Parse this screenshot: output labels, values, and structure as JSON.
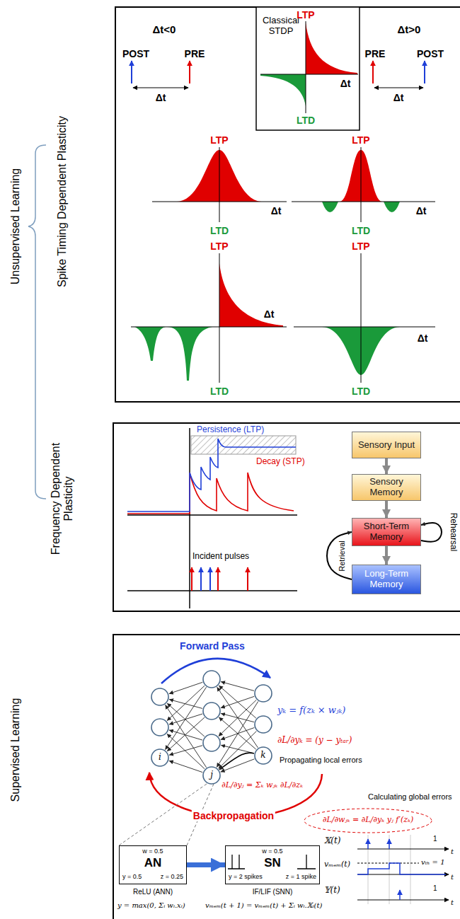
{
  "diagram": {
    "nodes": [
      {
        "text": [
          "Sensory Input"
        ]
      },
      {
        "text": [
          "Sensory Memory"
        ]
      },
      {
        "text": [
          "Short-Term Memory"
        ]
      },
      {
        "text": [
          "Long-Term Memory"
        ]
      },
      {
        "text": []
      },
      {
        "text": []
      },
      {
        "text": [
          "i"
        ]
      },
      {
        "text": []
      },
      {
        "text": []
      },
      {
        "text": []
      },
      {
        "text": [
          "j"
        ]
      },
      {
        "text": []
      },
      {
        "text": []
      },
      {
        "text": [
          "k"
        ]
      },
      {
        "text": [
          "w = 0.5",
          "y = 0.5",
          "AN",
          "z = 0.25"
        ]
      },
      {
        "text": [
          "w = 0.5",
          "y = 2 spikes",
          "SN",
          "z = 1 spike"
        ]
      }
    ],
    "edges": [
      {
        "from": 0,
        "to": 1,
        "arrow": "to"
      },
      {
        "from": 1,
        "to": 2,
        "arrow": "to"
      },
      {
        "from": 2,
        "to": 3,
        "arrow": "to"
      },
      {
        "from": 2,
        "to": 2,
        "arrow": "to",
        "label": "Rehearsal"
      },
      {
        "from": 3,
        "to": 2,
        "arrow": "to",
        "label": "Retrieval"
      },
      {
        "from": 11,
        "to": 7,
        "arrow": "to"
      },
      {
        "from": 11,
        "to": 8,
        "arrow": "to"
      },
      {
        "from": 11,
        "to": 9,
        "arrow": "to"
      },
      {
        "from": 11,
        "to": 10,
        "arrow": "to"
      },
      {
        "from": 12,
        "to": 7,
        "arrow": "to"
      },
      {
        "from": 12,
        "to": 8,
        "arrow": "to"
      },
      {
        "from": 12,
        "to": 9,
        "arrow": "to"
      },
      {
        "from": 12,
        "to": 10,
        "arrow": "to"
      },
      {
        "from": 13,
        "to": 7,
        "arrow": "to"
      },
      {
        "from": 13,
        "to": 8,
        "arrow": "to"
      },
      {
        "from": 13,
        "to": 9,
        "arrow": "to"
      },
      {
        "from": 13,
        "to": 10,
        "arrow": "to"
      },
      {
        "from": 7,
        "to": 4,
        "arrow": "to"
      },
      {
        "from": 7,
        "to": 5,
        "arrow": "to"
      },
      {
        "from": 7,
        "to": 6,
        "arrow": "to"
      },
      {
        "from": 8,
        "to": 4,
        "arrow": "to"
      },
      {
        "from": 8,
        "to": 5,
        "arrow": "to"
      },
      {
        "from": 8,
        "to": 6,
        "arrow": "to"
      },
      {
        "from": 9,
        "to": 4,
        "arrow": "to"
      },
      {
        "from": 9,
        "to": 5,
        "arrow": "to"
      },
      {
        "from": 9,
        "to": 6,
        "arrow": "to"
      },
      {
        "from": 10,
        "to": 4,
        "arrow": "to"
      },
      {
        "from": 10,
        "to": 5,
        "arrow": "to"
      },
      {
        "from": 10,
        "to": 6,
        "arrow": "to"
      },
      {
        "from": 13,
        "to": 10,
        "arrow": "to"
      },
      {
        "from": 14,
        "to": 15,
        "arrow": "to"
      }
    ],
    "labels": [
      "Unsupervised Learning",
      "Spike Timing Dependent Plasticity",
      "Frequency Dependent Plasticity",
      "Supervised Learning",
      "Δt<0",
      "POST",
      "PRE",
      "Δt",
      "Classical STDP",
      "LTP",
      "Δt",
      "LTD",
      "Δt>0",
      "PRE",
      "POST",
      "Δt",
      "LTP",
      "Δt",
      "LTD",
      "LTP",
      "Δt",
      "LTD",
      "LTP",
      "Δt",
      "LTD",
      "LTP",
      "Δt",
      "LTD",
      "Persistence (LTP)",
      "Decay (STP)",
      "Incident pulses",
      "Forward Pass",
      "yₖ = f(zₖ × wⱼₖ)",
      "∂L/∂yₖ = (y − yₜₐᵣ)",
      "Propagating local errors",
      "∂L/∂yⱼ = Σₖ wⱼₖ ∂L/∂zₖ",
      "Calculating global errors",
      "Backpropagation",
      "∂L/∂wⱼₖ = ∂L/∂yₖ yⱼ f′(zₖ)",
      "ReLU (ANN)",
      "y = max(0, Σᵢ wᵢ.xᵢ)",
      "IF/LIF (SNN)",
      "vₘₑₘ(t + 1) = vₘₑₘ(t) + Σᵢ wᵢ.𝕏ᵢ(t)",
      "𝕏(t)",
      "1",
      "t",
      "vₘₑₘ(t)",
      "vₜₕ = 1",
      "t",
      "𝕐(t)",
      "1",
      "t"
    ]
  }
}
